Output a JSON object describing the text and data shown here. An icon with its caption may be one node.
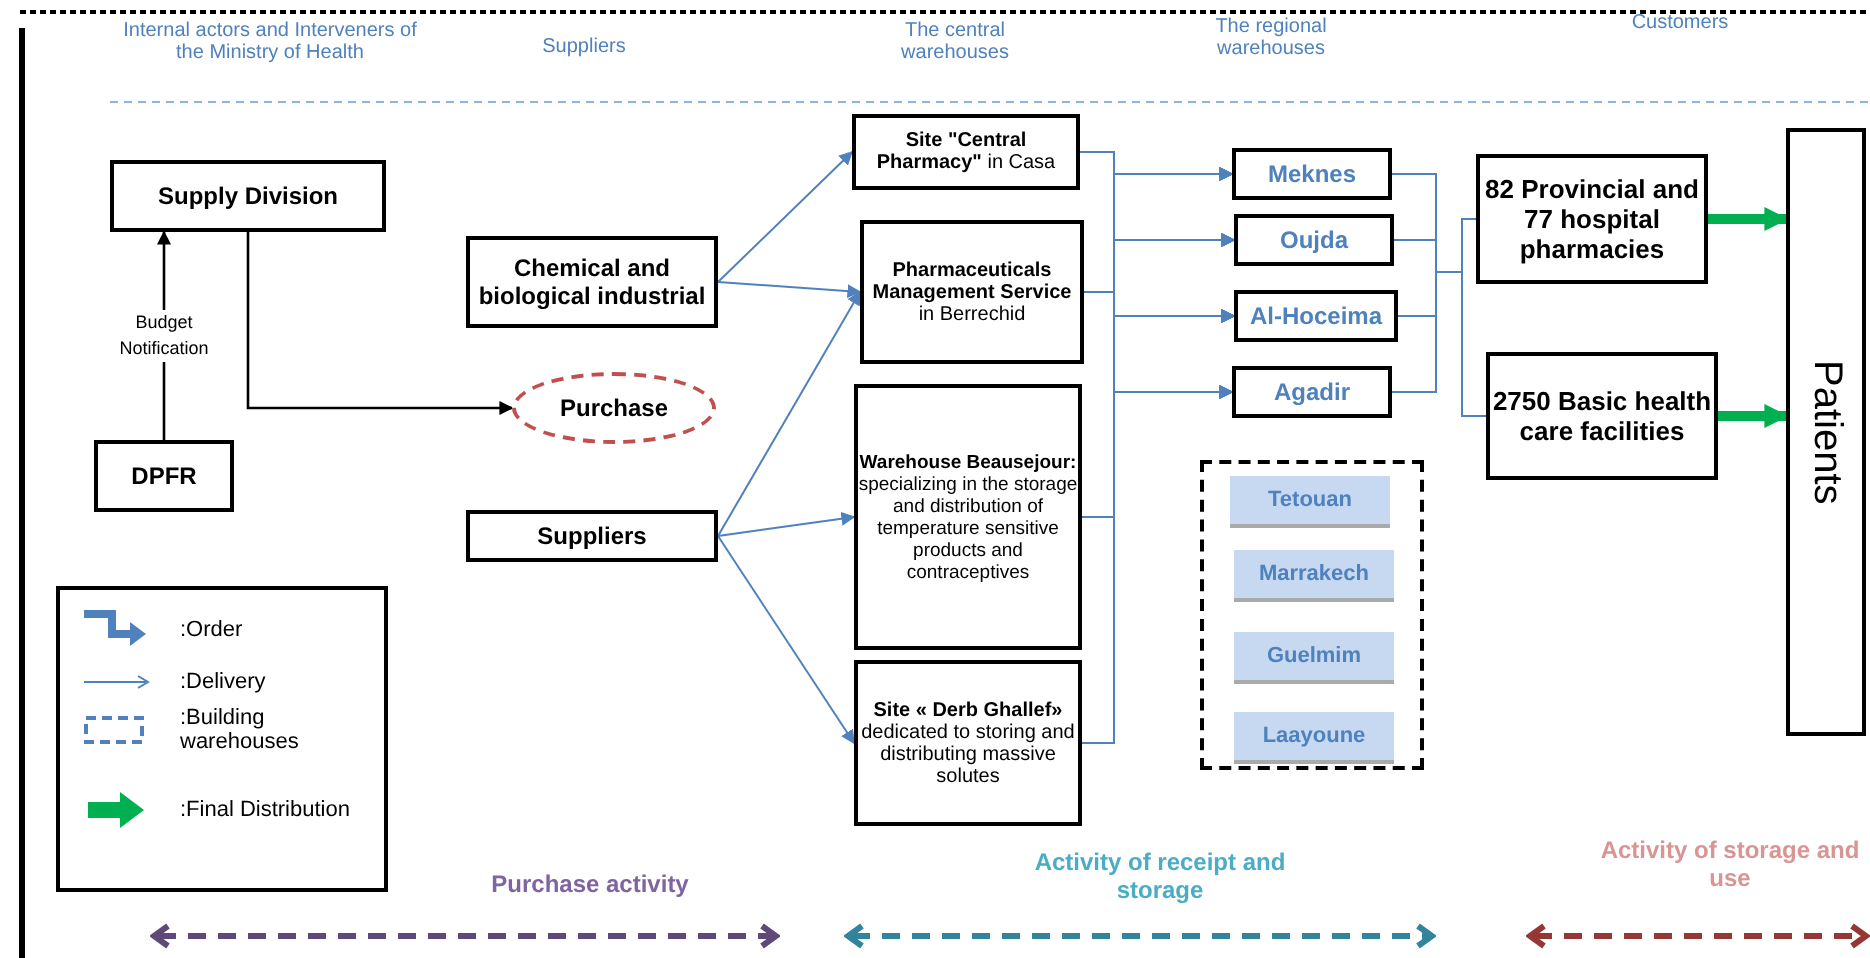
{
  "diagram": {
    "nodes": [
      {
        "text": [
          "Supply Division"
        ]
      },
      {
        "text": [
          "DPFR"
        ]
      },
      {
        "text": [
          "Chemical and biological industrial"
        ]
      },
      {
        "text": [
          "Purchase"
        ]
      },
      {
        "text": [
          "Suppliers"
        ]
      },
      {
        "text": [
          "**Site \"Central Pharmacy\"** in Casa"
        ]
      },
      {
        "text": [
          "**Pharmaceuticals Management Service** in Berrechid"
        ]
      },
      {
        "text": [
          "Warehouse Beausejour:",
          "specializing in the storage and distribution of temperature sensitive products and contraceptives"
        ]
      },
      {
        "text": [
          "**Site « Derb Ghallef»** dedicated to storing and distributing massive solutes"
        ]
      },
      {
        "text": [
          "Meknes"
        ]
      },
      {
        "text": [
          "Oujda"
        ]
      },
      {
        "text": [
          "Al-Hoceima"
        ]
      },
      {
        "text": [
          "Agadir"
        ]
      },
      {
        "text": [],
        "shape": "box"
      },
      {
        "text": [
          "Tetouan"
        ],
        "in": 13
      },
      {
        "text": [
          "Marrakech"
        ],
        "in": 13
      },
      {
        "text": [
          "Guelmim"
        ],
        "in": 13
      },
      {
        "text": [
          "Laayoune"
        ],
        "in": 13
      },
      {
        "text": [
          "82 Provincial and 77 hospital pharmacies"
        ]
      },
      {
        "text": [
          "2750 Basic health care facilities"
        ]
      },
      {
        "text": [
          "Patients"
        ]
      }
    ],
    "edges": [
      {
        "from": 1,
        "to": 0,
        "arrow": "to",
        "label": "Budget Notification",
        "color": "#000000"
      },
      {
        "from": 0,
        "to": 3,
        "arrow": "to",
        "color": "#000000"
      },
      {
        "from": 2,
        "to": 5,
        "arrow": "to"
      },
      {
        "from": 2,
        "to": 6,
        "arrow": "to"
      },
      {
        "from": 4,
        "to": 6,
        "arrow": "to"
      },
      {
        "from": 4,
        "to": 7,
        "arrow": "to"
      },
      {
        "from": 4,
        "to": 8,
        "arrow": "to"
      },
      {
        "from": 5,
        "to": 9,
        "arrow": "to"
      },
      {
        "from": 5,
        "to": 10,
        "arrow": "to"
      },
      {
        "from": 5,
        "to": 11,
        "arrow": "to"
      },
      {
        "from": 5,
        "to": 12,
        "arrow": "to"
      },
      {
        "from": 6,
        "to": 9,
        "arrow": "to"
      },
      {
        "from": 6,
        "to": 10,
        "arrow": "to"
      },
      {
        "from": 6,
        "to": 11,
        "arrow": "to"
      },
      {
        "from": 6,
        "to": 12,
        "arrow": "to"
      },
      {
        "from": 7,
        "to": 9,
        "arrow": "to"
      },
      {
        "from": 7,
        "to": 10,
        "arrow": "to"
      },
      {
        "from": 7,
        "to": 11,
        "arrow": "to"
      },
      {
        "from": 7,
        "to": 12,
        "arrow": "to"
      },
      {
        "from": 8,
        "to": 9,
        "arrow": "to"
      },
      {
        "from": 8,
        "to": 10,
        "arrow": "to"
      },
      {
        "from": 8,
        "to": 11,
        "arrow": "to"
      },
      {
        "from": 8,
        "to": 12,
        "arrow": "to"
      },
      {
        "from": 9,
        "to": 18,
        "arrow": "none"
      },
      {
        "from": 9,
        "to": 19,
        "arrow": "none"
      },
      {
        "from": 10,
        "to": 18,
        "arrow": "none"
      },
      {
        "from": 10,
        "to": 19,
        "arrow": "none"
      },
      {
        "from": 11,
        "to": 18,
        "arrow": "none"
      },
      {
        "from": 11,
        "to": 19,
        "arrow": "none"
      },
      {
        "from": 12,
        "to": 18,
        "arrow": "none"
      },
      {
        "from": 12,
        "to": 19,
        "arrow": "none"
      },
      {
        "from": 18,
        "to": 20,
        "arrow": "to",
        "style": "thick",
        "color": "#00b050"
      },
      {
        "from": 19,
        "to": 20,
        "arrow": "to",
        "style": "thick",
        "color": "#00b050"
      }
    ],
    "labels": [
      "Internal actors and Interveners of the Ministry of Health",
      "Suppliers",
      "The central warehouses",
      "The regional warehouses",
      "Customers",
      "Purchase activity",
      "Activity of receipt and storage",
      "Activity of storage and use"
    ],
    "legend": [
      {
        "text": ":Order"
      },
      {
        "text": ":Delivery"
      },
      {
        "text": ":Building warehouses"
      },
      {
        "text": ":Final Distribution"
      }
    ]
  }
}
